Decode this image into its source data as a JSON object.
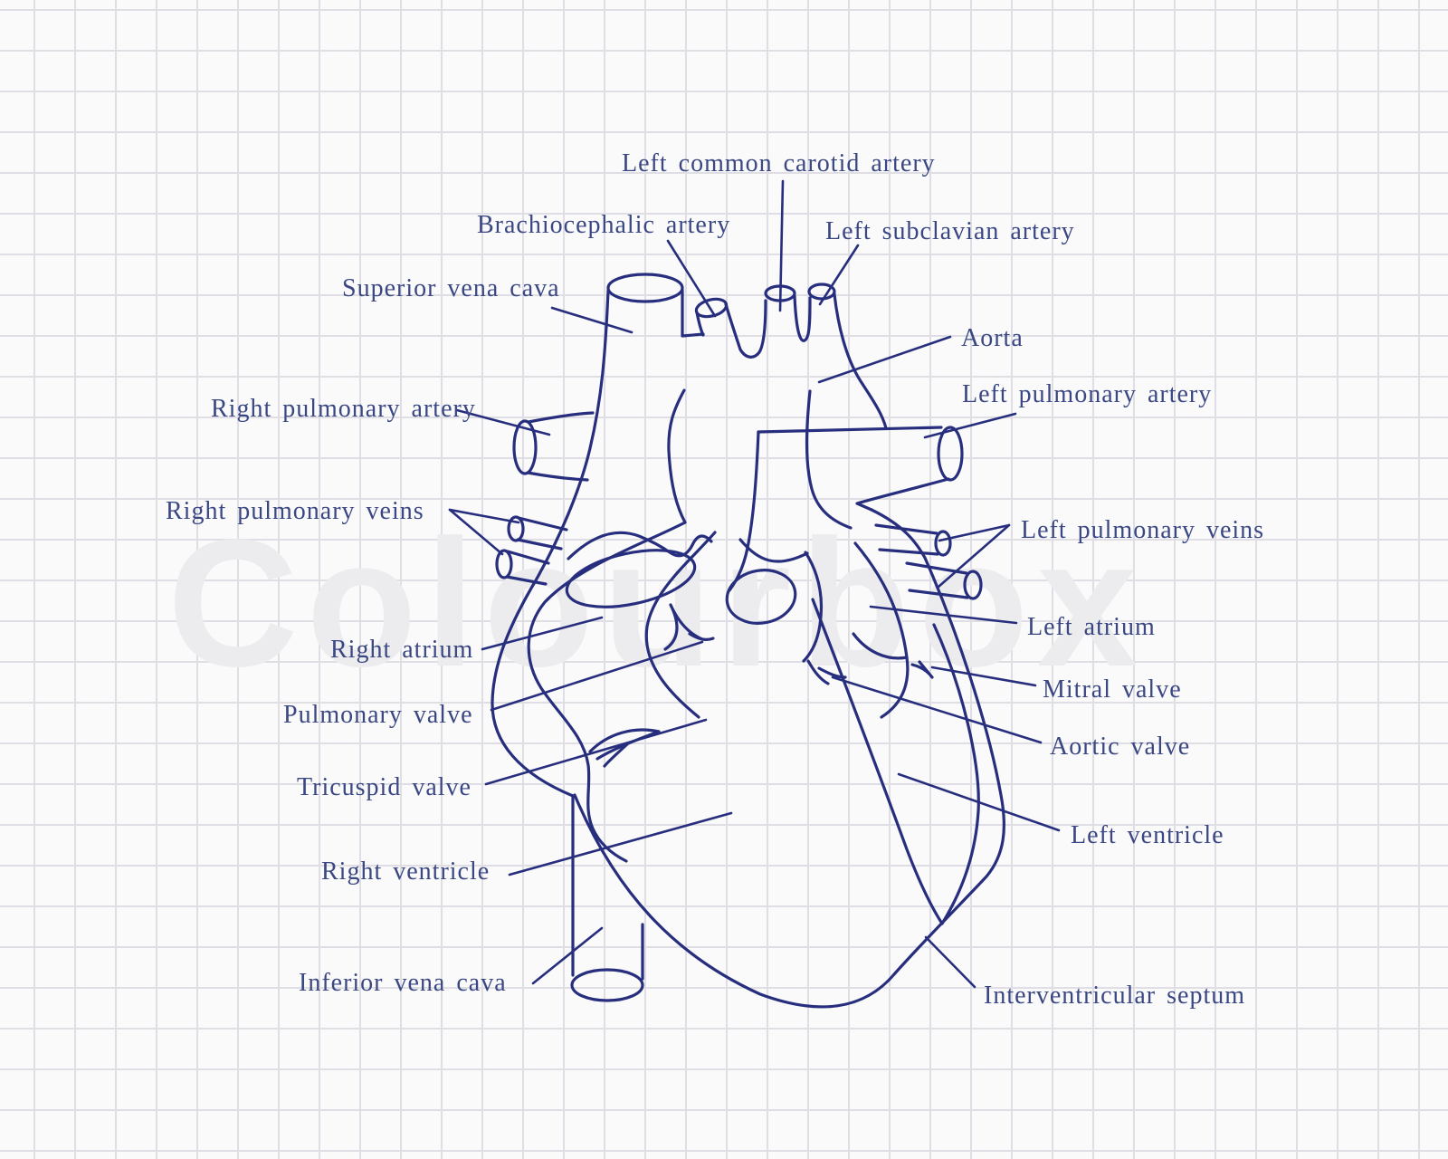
{
  "colors": {
    "ink": "#272e7d",
    "label_text": "#3a4783",
    "grid": "#dedee4",
    "paper": "#fafafb",
    "watermark": "#ececee"
  },
  "watermark": {
    "text": "Colourbox"
  },
  "diagram": {
    "labels": [
      {
        "id": "left-common-carotid-artery",
        "text": "Left common carotid artery"
      },
      {
        "id": "brachiocephalic-artery",
        "text": "Brachiocephalic artery"
      },
      {
        "id": "left-subclavian-artery",
        "text": "Left subclavian artery"
      },
      {
        "id": "superior-vena-cava",
        "text": "Superior vena cava"
      },
      {
        "id": "aorta",
        "text": "Aorta"
      },
      {
        "id": "right-pulmonary-artery",
        "text": "Right pulmonary artery"
      },
      {
        "id": "left-pulmonary-artery",
        "text": "Left pulmonary artery"
      },
      {
        "id": "right-pulmonary-veins",
        "text": "Right pulmonary veins"
      },
      {
        "id": "left-pulmonary-veins",
        "text": "Left pulmonary veins"
      },
      {
        "id": "right-atrium",
        "text": "Right atrium"
      },
      {
        "id": "left-atrium",
        "text": "Left atrium"
      },
      {
        "id": "pulmonary-valve",
        "text": "Pulmonary valve"
      },
      {
        "id": "mitral-valve",
        "text": "Mitral valve"
      },
      {
        "id": "aortic-valve",
        "text": "Aortic valve"
      },
      {
        "id": "tricuspid-valve",
        "text": "Tricuspid valve"
      },
      {
        "id": "left-ventricle",
        "text": "Left ventricle"
      },
      {
        "id": "right-ventricle",
        "text": "Right ventricle"
      },
      {
        "id": "inferior-vena-cava",
        "text": "Inferior vena cava"
      },
      {
        "id": "interventricular-septum",
        "text": "Interventricular septum"
      }
    ]
  }
}
